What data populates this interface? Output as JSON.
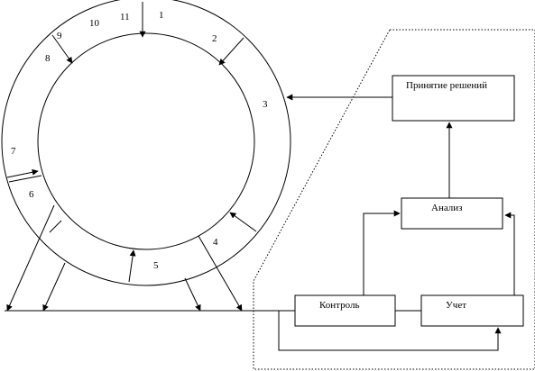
{
  "ring": {
    "segments": [
      "1",
      "2",
      "3",
      "4",
      "5",
      "6",
      "7",
      "8",
      "9",
      "10",
      "11"
    ]
  },
  "boxes": {
    "decision": "Принятие решений",
    "analysis": "Анализ",
    "control": "Контроль",
    "accounting": "Учет"
  }
}
